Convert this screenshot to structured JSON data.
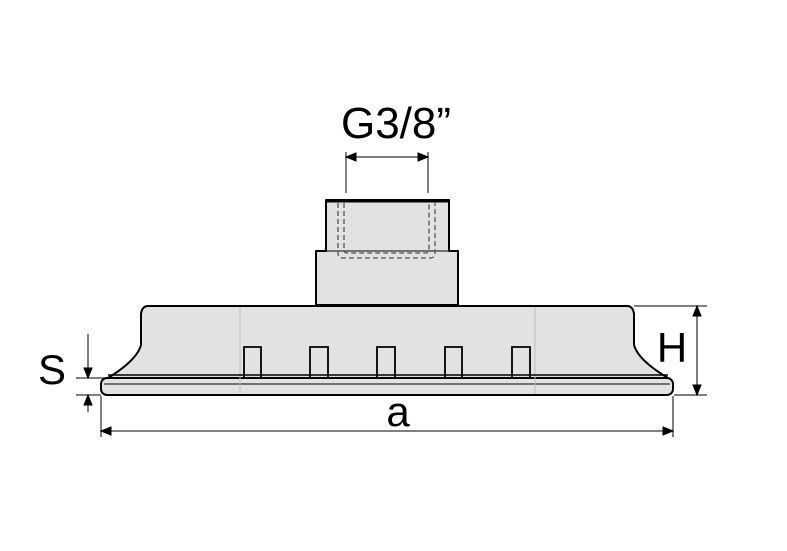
{
  "labels": {
    "thread": "G3/8”",
    "height": "H",
    "thickness": "S",
    "width": "a"
  },
  "colors": {
    "body_fill": "#e2e2e2",
    "stroke": "#000000",
    "hidden_line": "#555555"
  }
}
